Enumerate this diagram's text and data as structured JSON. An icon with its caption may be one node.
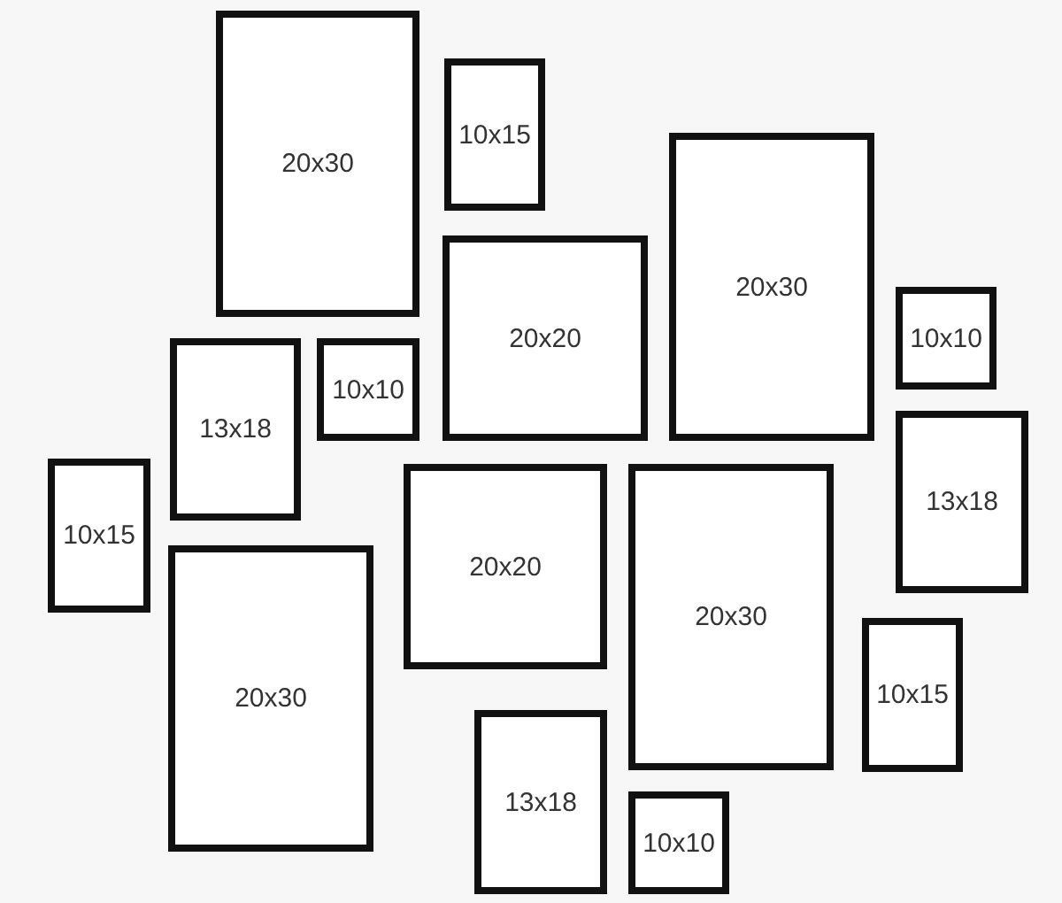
{
  "diagram": {
    "nodes": [
      {
        "text": [
          "20x30"
        ]
      },
      {
        "text": [
          "10x15"
        ]
      },
      {
        "text": [
          "20x30"
        ]
      },
      {
        "text": [
          "20x20"
        ]
      },
      {
        "text": [
          "10x10"
        ]
      },
      {
        "text": [
          "13x18"
        ]
      },
      {
        "text": [
          "10x10"
        ]
      },
      {
        "text": [
          "13x18"
        ]
      },
      {
        "text": [
          "10x15"
        ]
      },
      {
        "text": [
          "20x20"
        ]
      },
      {
        "text": [
          "20x30"
        ]
      },
      {
        "text": [
          "20x30"
        ]
      },
      {
        "text": [
          "10x15"
        ]
      },
      {
        "text": [
          "13x18"
        ]
      },
      {
        "text": [
          "10x10"
        ]
      }
    ]
  }
}
